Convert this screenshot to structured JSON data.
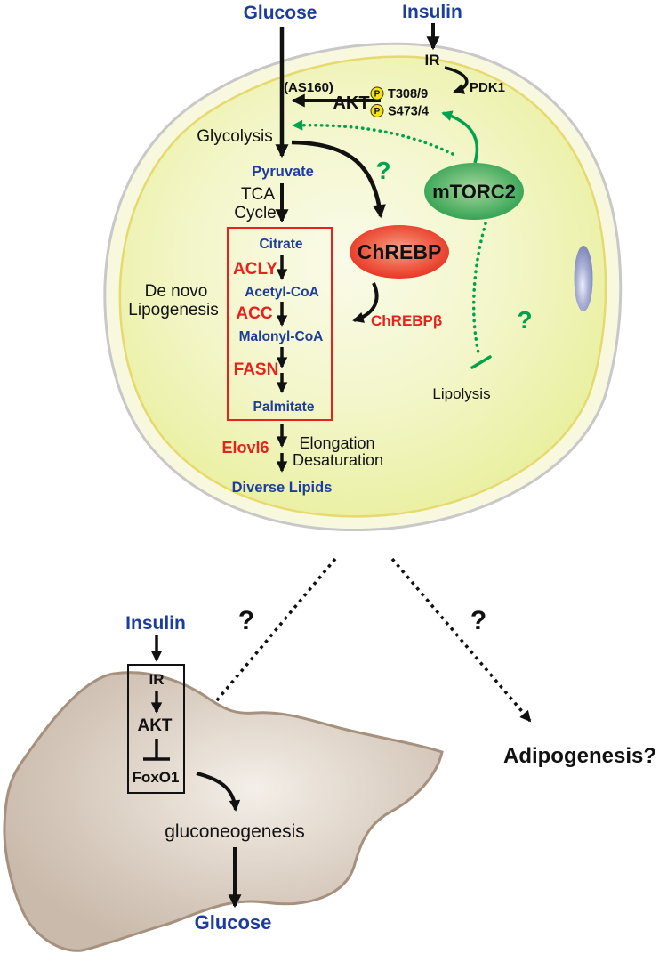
{
  "colors": {
    "navy_text": "#1c3c9e",
    "red_text": "#e8211c",
    "green_accent": "#00a34d",
    "phospho_yellow": "#f6e31b",
    "cell_ring": "#f7f8dd",
    "cell_fill": "#edf2ab",
    "membrane_gray": "#c8c8c8",
    "mtorc2_green": "#2aa34c",
    "chrebp_red": "#e8231d",
    "nucleus_blue": "#7b84b8",
    "liver_tan": "#cfc1b3",
    "liver_outline": "#a5917e"
  },
  "adipocyte": {
    "glucose": "Glucose",
    "insulin": "Insulin",
    "ir": "IR",
    "pdk1": "PDK1",
    "as160": "(AS160)",
    "akt": "AKT",
    "phospho_sites": [
      {
        "badge": "P",
        "site": "T308/9"
      },
      {
        "badge": "P",
        "site": "S473/4"
      }
    ],
    "glycolysis": "Glycolysis",
    "pyruvate": "Pyruvate",
    "tca_line1": "TCA",
    "tca_line2": "Cycle",
    "de_novo_line1": "De novo",
    "de_novo_line2": "Lipogenesis",
    "lipogenesis": {
      "citrate": "Citrate",
      "acly": "ACLY",
      "acetyl_coa": "Acetyl-CoA",
      "acc": "ACC",
      "malonyl_coa": "Malonyl-CoA",
      "fasn": "FASN",
      "palmitate": "Palmitate"
    },
    "mtorc2": "mTORC2",
    "chrebp": "ChREBP",
    "chrebp_beta": "ChREBPβ",
    "chrebp_question": "?",
    "lipolysis_question": "?",
    "lipolysis": "Lipolysis",
    "elovl6": "Elovl6",
    "elongation": "Elongation",
    "desaturation": "Desaturation",
    "diverse_lipids": "Diverse Lipids"
  },
  "bottom": {
    "left_question": "?",
    "right_question": "?",
    "adipogenesis": "Adipogenesis?",
    "liver": {
      "insulin": "Insulin",
      "ir": "IR",
      "akt": "AKT",
      "foxo1": "FoxO1",
      "gluconeogenesis": "gluconeogenesis",
      "glucose": "Glucose"
    }
  }
}
